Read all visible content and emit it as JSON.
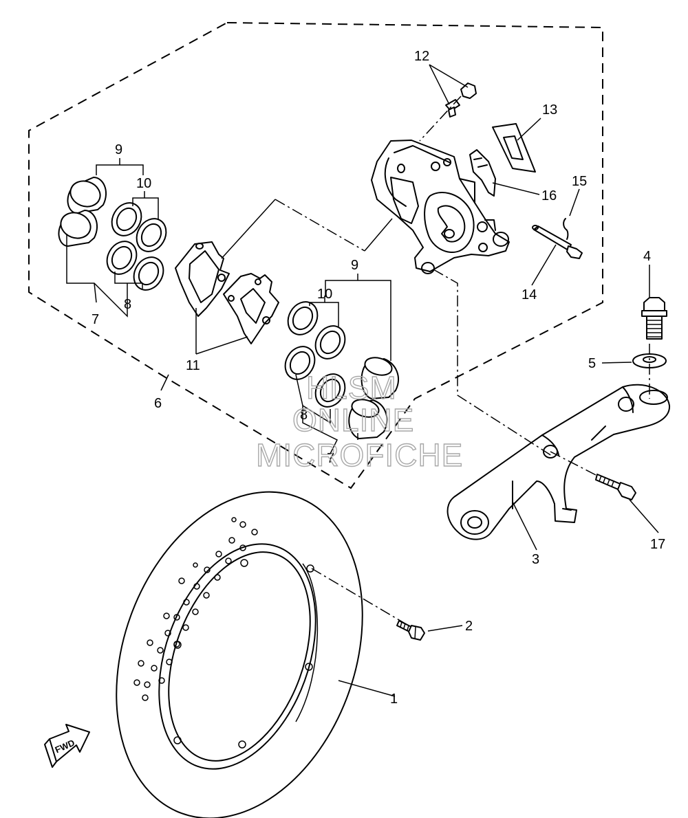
{
  "diagram": {
    "callouts": {
      "c1": "1",
      "c2": "2",
      "c3": "3",
      "c4": "4",
      "c5": "5",
      "c6": "6",
      "c7a": "7",
      "c7b": "7",
      "c8a": "8",
      "c8b": "8",
      "c9a": "9",
      "c9b": "9",
      "c10a": "10",
      "c10b": "10",
      "c11": "11",
      "c12": "12",
      "c13": "13",
      "c14": "14",
      "c15": "15",
      "c16": "16",
      "c17": "17"
    },
    "watermark": {
      "line1": "HLSM",
      "line2": "ONLINE",
      "line3": "MICROFICHE"
    },
    "direction_marker": {
      "label": "FWD"
    }
  }
}
